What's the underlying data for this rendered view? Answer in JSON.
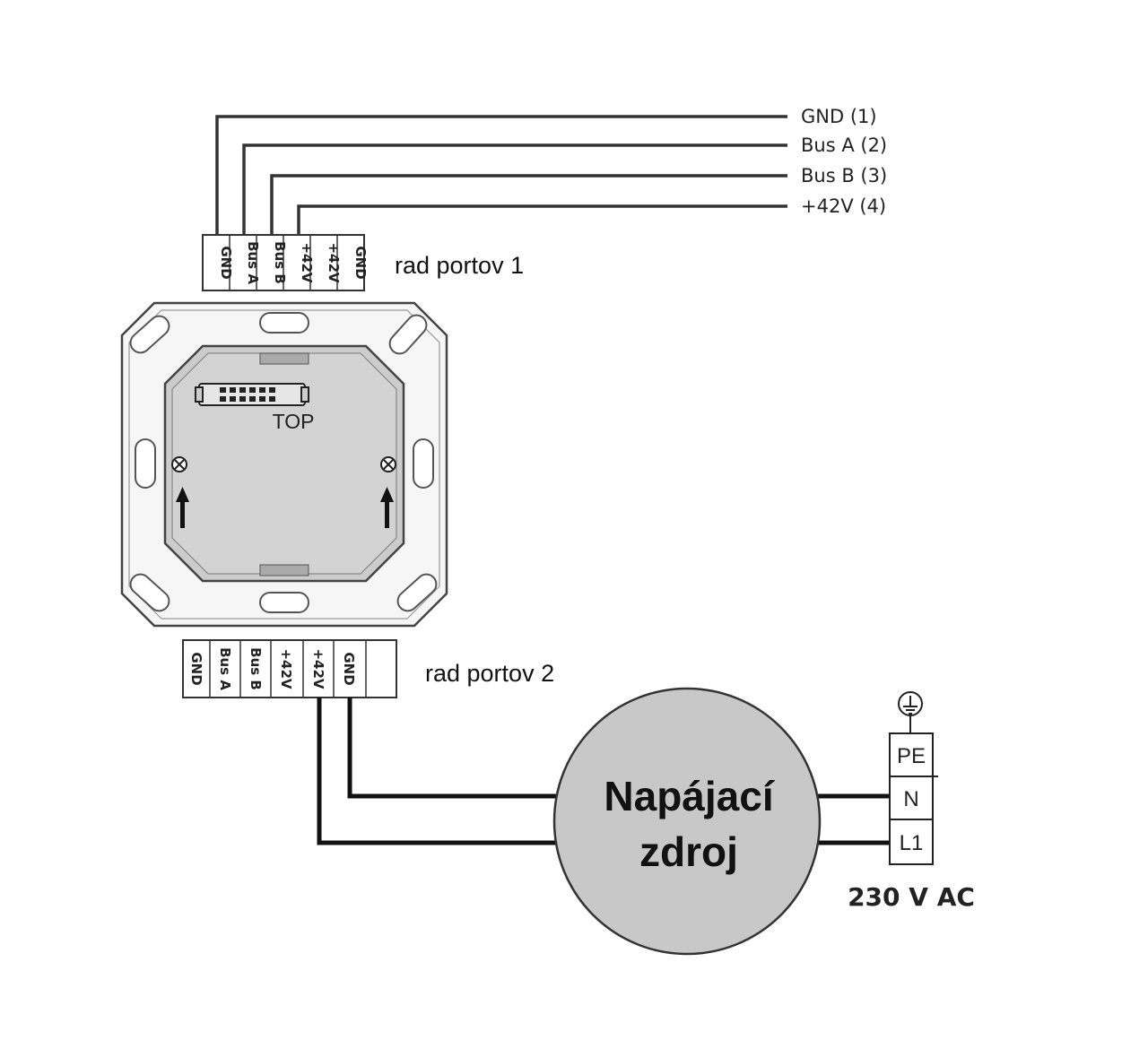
{
  "wiring": {
    "wires": [
      {
        "label": "GND (1)"
      },
      {
        "label": "Bus A (2)"
      },
      {
        "label": "Bus B (3)"
      },
      {
        "label": "+42V (4)"
      }
    ]
  },
  "port_row_1": {
    "label": "rad portov 1",
    "terminals": [
      "GND",
      "Bus A",
      "Bus B",
      "+42V",
      "+42V",
      "GND"
    ]
  },
  "port_row_2": {
    "label": "rad portov 2",
    "terminals": [
      "GND",
      "Bus A",
      "Bus B",
      "+42V",
      "+42V",
      "GND",
      ""
    ]
  },
  "device": {
    "top_label": "TOP"
  },
  "power_supply": {
    "line1": "Napájací",
    "line2": "zdroj"
  },
  "mains": {
    "terminals": [
      "PE",
      "N",
      "L1"
    ],
    "voltage": "230 V AC",
    "ground_symbol": "ground-icon"
  }
}
